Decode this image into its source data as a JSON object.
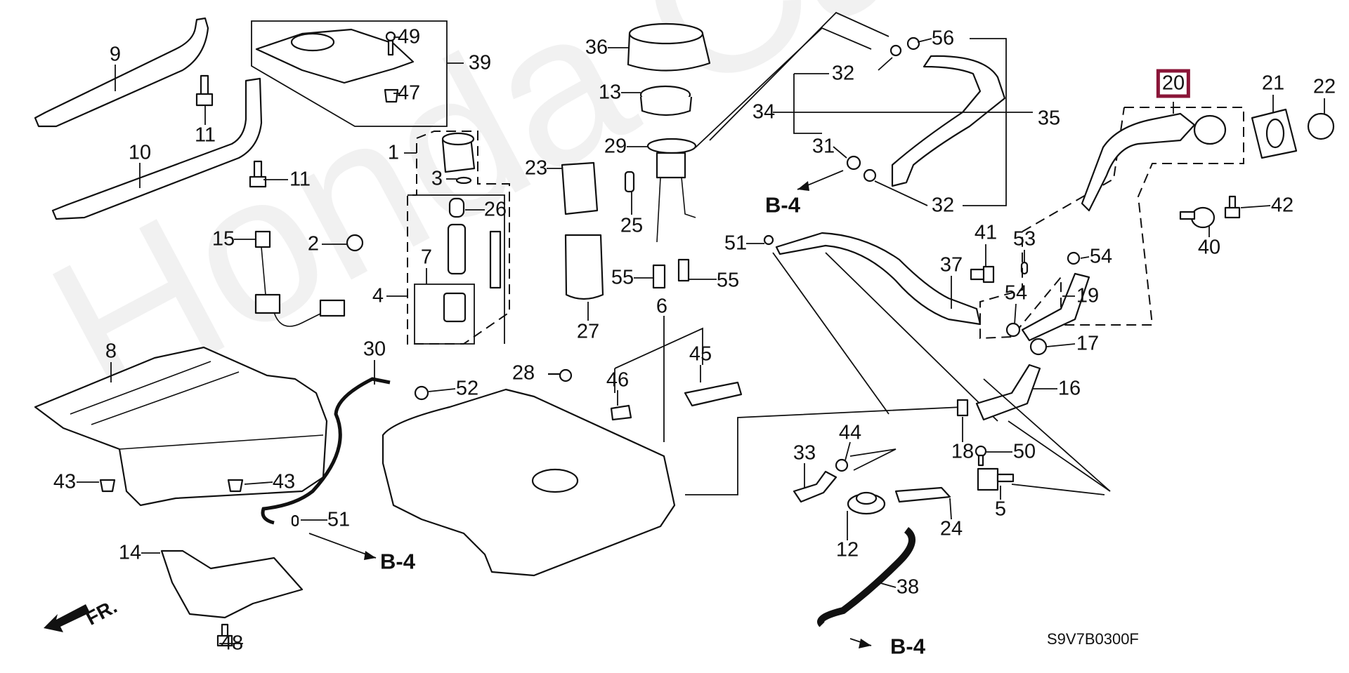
{
  "diagram": {
    "title": "Fuel Tank Parts Diagram",
    "diagram_code": "S9V7B0300F",
    "watermark": "Honda CarWine.ru",
    "direction_indicator": "FR.",
    "selected_part": "20",
    "selected_color": "#8a1538",
    "reference_label": "B-4",
    "callouts": [
      {
        "id": "9",
        "label": "9"
      },
      {
        "id": "10",
        "label": "10"
      },
      {
        "id": "11a",
        "label": "11"
      },
      {
        "id": "11b",
        "label": "11"
      },
      {
        "id": "49",
        "label": "49"
      },
      {
        "id": "39",
        "label": "39"
      },
      {
        "id": "47",
        "label": "47"
      },
      {
        "id": "1",
        "label": "1"
      },
      {
        "id": "3",
        "label": "3"
      },
      {
        "id": "26",
        "label": "26"
      },
      {
        "id": "7",
        "label": "7"
      },
      {
        "id": "4",
        "label": "4"
      },
      {
        "id": "15",
        "label": "15"
      },
      {
        "id": "2",
        "label": "2"
      },
      {
        "id": "36",
        "label": "36"
      },
      {
        "id": "13",
        "label": "13"
      },
      {
        "id": "29",
        "label": "29"
      },
      {
        "id": "23",
        "label": "23"
      },
      {
        "id": "25",
        "label": "25"
      },
      {
        "id": "51a",
        "label": "51"
      },
      {
        "id": "55a",
        "label": "55"
      },
      {
        "id": "55b",
        "label": "55"
      },
      {
        "id": "27",
        "label": "27"
      },
      {
        "id": "6",
        "label": "6"
      },
      {
        "id": "56",
        "label": "56"
      },
      {
        "id": "32a",
        "label": "32"
      },
      {
        "id": "34",
        "label": "34"
      },
      {
        "id": "35",
        "label": "35"
      },
      {
        "id": "31",
        "label": "31"
      },
      {
        "id": "32b",
        "label": "32"
      },
      {
        "id": "41",
        "label": "41"
      },
      {
        "id": "37",
        "label": "37"
      },
      {
        "id": "53",
        "label": "53"
      },
      {
        "id": "54a",
        "label": "54"
      },
      {
        "id": "54b",
        "label": "54"
      },
      {
        "id": "19",
        "label": "19"
      },
      {
        "id": "17",
        "label": "17"
      },
      {
        "id": "16",
        "label": "16"
      },
      {
        "id": "20",
        "label": "20"
      },
      {
        "id": "21",
        "label": "21"
      },
      {
        "id": "22",
        "label": "22"
      },
      {
        "id": "40",
        "label": "40"
      },
      {
        "id": "42",
        "label": "42"
      },
      {
        "id": "8",
        "label": "8"
      },
      {
        "id": "30",
        "label": "30"
      },
      {
        "id": "52",
        "label": "52"
      },
      {
        "id": "28",
        "label": "28"
      },
      {
        "id": "46",
        "label": "46"
      },
      {
        "id": "45",
        "label": "45"
      },
      {
        "id": "43a",
        "label": "43"
      },
      {
        "id": "43b",
        "label": "43"
      },
      {
        "id": "51b",
        "label": "51"
      },
      {
        "id": "14",
        "label": "14"
      },
      {
        "id": "48",
        "label": "48"
      },
      {
        "id": "33",
        "label": "33"
      },
      {
        "id": "44",
        "label": "44"
      },
      {
        "id": "18",
        "label": "18"
      },
      {
        "id": "50",
        "label": "50"
      },
      {
        "id": "5",
        "label": "5"
      },
      {
        "id": "12",
        "label": "12"
      },
      {
        "id": "24",
        "label": "24"
      },
      {
        "id": "38",
        "label": "38"
      }
    ],
    "references": [
      {
        "id": "b4-top",
        "label": "B-4"
      },
      {
        "id": "b4-bottom-left",
        "label": "B-4"
      },
      {
        "id": "b4-bottom-right",
        "label": "B-4"
      }
    ]
  }
}
